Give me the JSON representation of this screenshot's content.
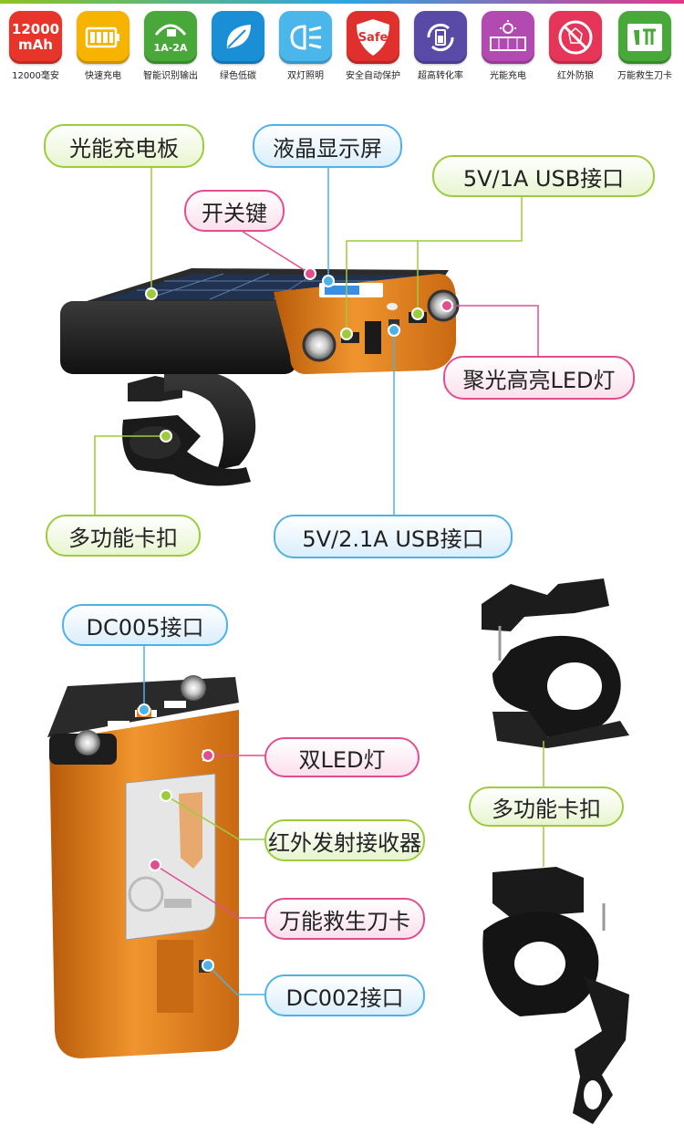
{
  "features": [
    {
      "name": "capacity",
      "tile_line1": "12000",
      "tile_line2": "mAh",
      "caption": "12000毫安",
      "color": "#e8352c"
    },
    {
      "name": "fast-charge",
      "caption": "快速充电",
      "color": "#f6b400"
    },
    {
      "name": "smart-output",
      "tile_text": "1A-2A",
      "caption": "智能识别输出",
      "color": "#48a83a"
    },
    {
      "name": "eco",
      "caption": "绿色低碳",
      "color": "#1b8fd6"
    },
    {
      "name": "dual-light",
      "caption": "双灯照明",
      "color": "#4ab6ea"
    },
    {
      "name": "safe",
      "tile_text": "Safe",
      "caption": "安全自动保护",
      "color": "#e0302d"
    },
    {
      "name": "conversion",
      "caption": "超高转化率",
      "color": "#5a4aa8"
    },
    {
      "name": "solar",
      "caption": "光能充电",
      "color": "#b24ab2"
    },
    {
      "name": "anti-wolf",
      "caption": "红外防狼",
      "color": "#e5365a"
    },
    {
      "name": "knife-card",
      "caption": "万能救生刀卡",
      "color": "#48a83a"
    }
  ],
  "labels": {
    "solar_panel": "光能充电板",
    "lcd": "液晶显示屏",
    "usb_1a": "5V/1A USB接口",
    "power_key": "开关键",
    "led_light": "聚光高亮LED灯",
    "clip_top": "多功能卡扣",
    "usb_21a": "5V/2.1A USB接口",
    "dc005": "DC005接口",
    "dual_led": "双LED灯",
    "ir": "红外发射接收器",
    "knife": "万能救生刀卡",
    "dc002": "DC002接口",
    "clip_right": "多功能卡扣"
  },
  "colors": {
    "green": "#9ccc3c",
    "blue": "#4fb2e6",
    "pink": "#e14e90",
    "orange": "#e8801e",
    "dark": "#1c1c1c"
  }
}
